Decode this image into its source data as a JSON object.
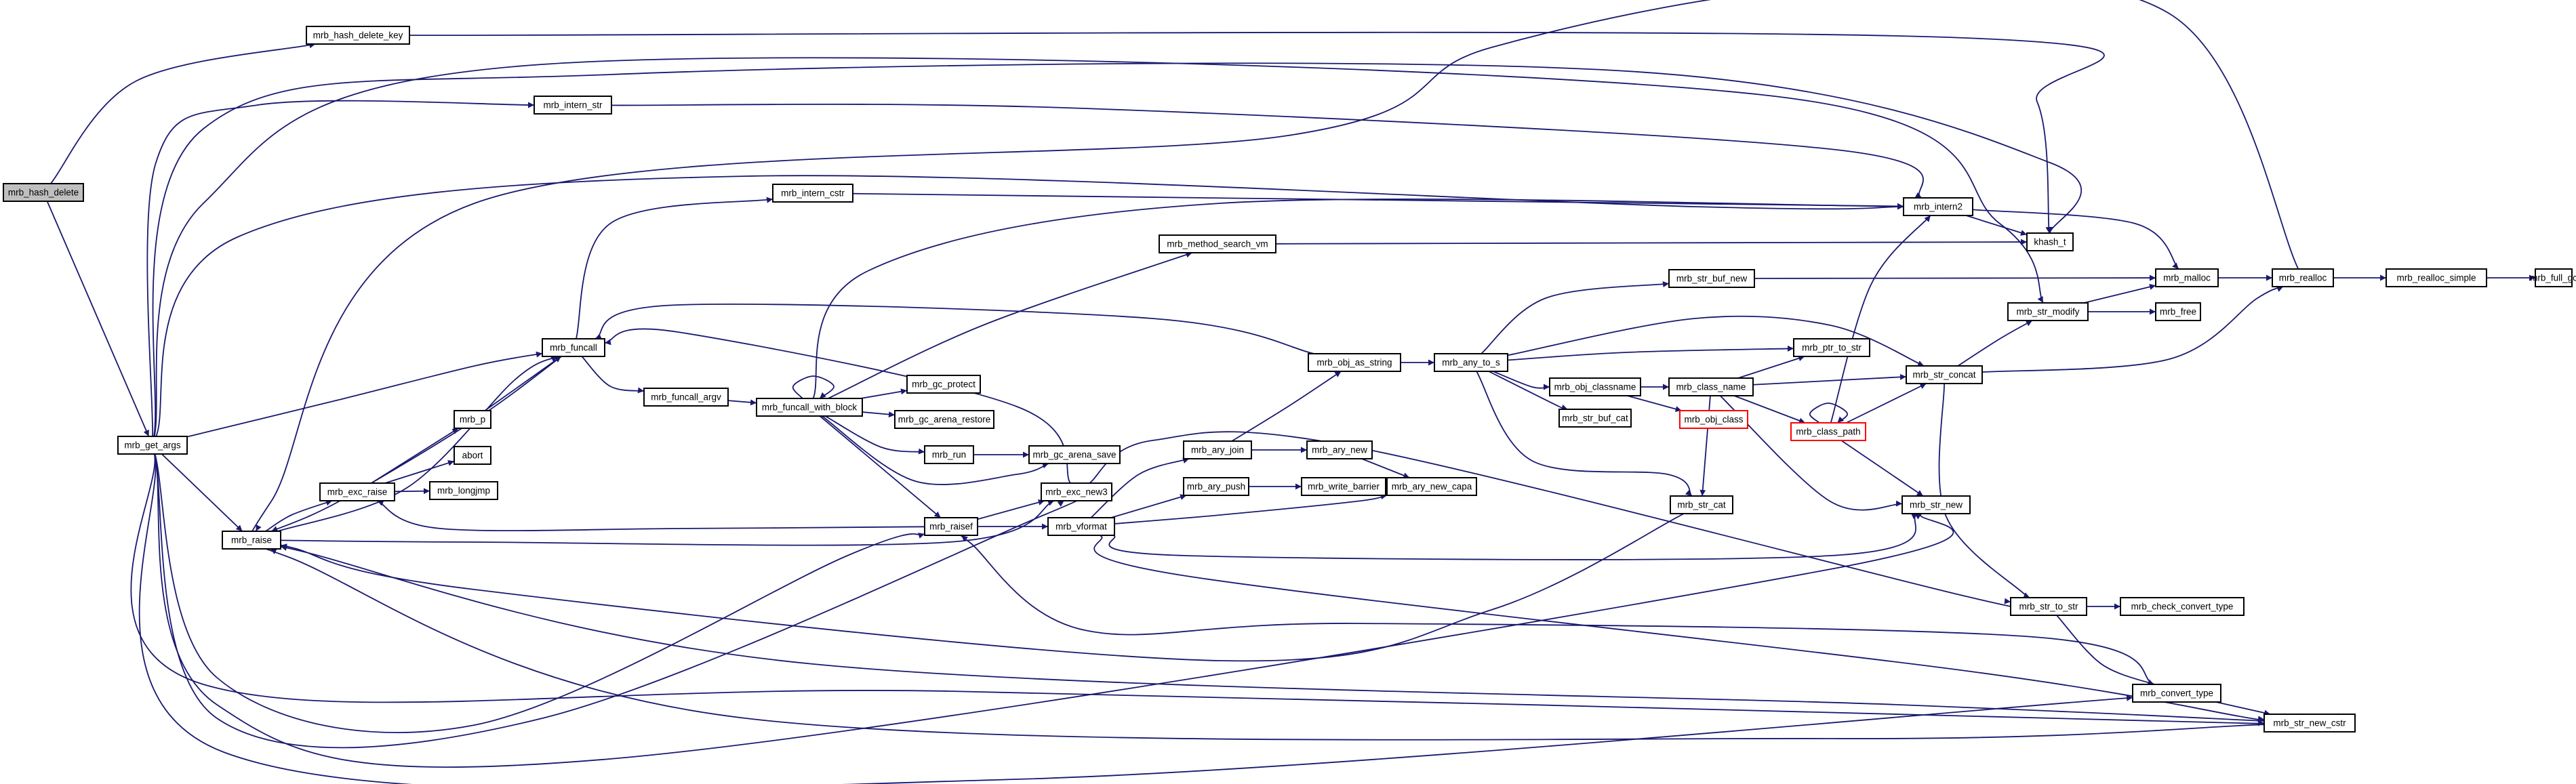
{
  "graph": {
    "type": "call-graph",
    "colors": {
      "edge": "#191970",
      "node_border": "#000000",
      "highlight_border": "#ff0000",
      "current_fill": "#bfbfbf"
    },
    "nodes": [
      {
        "id": "mrb_hash_delete",
        "label": "mrb_hash_delete",
        "current": true
      },
      {
        "id": "mrb_hash_delete_key",
        "label": "mrb_hash_delete_key"
      },
      {
        "id": "mrb_get_args",
        "label": "mrb_get_args"
      },
      {
        "id": "mrb_intern_str",
        "label": "mrb_intern_str"
      },
      {
        "id": "mrb_intern_cstr",
        "label": "mrb_intern_cstr"
      },
      {
        "id": "mrb_intern2",
        "label": "mrb_intern2"
      },
      {
        "id": "khash_t",
        "label": "khash_t"
      },
      {
        "id": "mrb_method_search_vm",
        "label": "mrb_method_search_vm"
      },
      {
        "id": "mrb_str_buf_new",
        "label": "mrb_str_buf_new"
      },
      {
        "id": "mrb_malloc",
        "label": "mrb_malloc"
      },
      {
        "id": "mrb_realloc",
        "label": "mrb_realloc"
      },
      {
        "id": "mrb_realloc_simple",
        "label": "mrb_realloc_simple"
      },
      {
        "id": "mrb_full_gc",
        "label": "mrb_full_gc"
      },
      {
        "id": "mrb_str_modify",
        "label": "mrb_str_modify"
      },
      {
        "id": "mrb_free",
        "label": "mrb_free"
      },
      {
        "id": "mrb_funcall",
        "label": "mrb_funcall"
      },
      {
        "id": "mrb_obj_as_string",
        "label": "mrb_obj_as_string"
      },
      {
        "id": "mrb_any_to_s",
        "label": "mrb_any_to_s"
      },
      {
        "id": "mrb_ptr_to_str",
        "label": "mrb_ptr_to_str"
      },
      {
        "id": "mrb_str_concat",
        "label": "mrb_str_concat"
      },
      {
        "id": "mrb_funcall_argv",
        "label": "mrb_funcall_argv"
      },
      {
        "id": "mrb_funcall_with_block",
        "label": "mrb_funcall_with_block"
      },
      {
        "id": "mrb_gc_protect",
        "label": "mrb_gc_protect"
      },
      {
        "id": "mrb_obj_classname",
        "label": "mrb_obj_classname"
      },
      {
        "id": "mrb_class_name",
        "label": "mrb_class_name"
      },
      {
        "id": "mrb_gc_arena_restore",
        "label": "mrb_gc_arena_restore"
      },
      {
        "id": "mrb_str_buf_cat",
        "label": "mrb_str_buf_cat"
      },
      {
        "id": "mrb_obj_class",
        "label": "mrb_obj_class",
        "red": true
      },
      {
        "id": "mrb_class_path",
        "label": "mrb_class_path",
        "red": true
      },
      {
        "id": "mrb_p",
        "label": "mrb_p"
      },
      {
        "id": "mrb_run",
        "label": "mrb_run"
      },
      {
        "id": "mrb_gc_arena_save",
        "label": "mrb_gc_arena_save"
      },
      {
        "id": "abort",
        "label": "abort"
      },
      {
        "id": "mrb_ary_join",
        "label": "mrb_ary_join"
      },
      {
        "id": "mrb_ary_new",
        "label": "mrb_ary_new"
      },
      {
        "id": "mrb_exc_raise",
        "label": "mrb_exc_raise"
      },
      {
        "id": "mrb_exc_new3",
        "label": "mrb_exc_new3"
      },
      {
        "id": "mrb_longjmp",
        "label": "mrb_longjmp"
      },
      {
        "id": "mrb_ary_new_capa",
        "label": "mrb_ary_new_capa"
      },
      {
        "id": "mrb_ary_push",
        "label": "mrb_ary_push"
      },
      {
        "id": "mrb_write_barrier",
        "label": "mrb_write_barrier"
      },
      {
        "id": "mrb_str_new",
        "label": "mrb_str_new"
      },
      {
        "id": "mrb_str_cat",
        "label": "mrb_str_cat"
      },
      {
        "id": "mrb_raise",
        "label": "mrb_raise"
      },
      {
        "id": "mrb_raisef",
        "label": "mrb_raisef"
      },
      {
        "id": "mrb_vformat",
        "label": "mrb_vformat"
      },
      {
        "id": "mrb_str_to_str",
        "label": "mrb_str_to_str"
      },
      {
        "id": "mrb_check_convert_type",
        "label": "mrb_check_convert_type"
      },
      {
        "id": "mrb_convert_type",
        "label": "mrb_convert_type"
      },
      {
        "id": "mrb_str_new_cstr",
        "label": "mrb_str_new_cstr"
      }
    ]
  }
}
